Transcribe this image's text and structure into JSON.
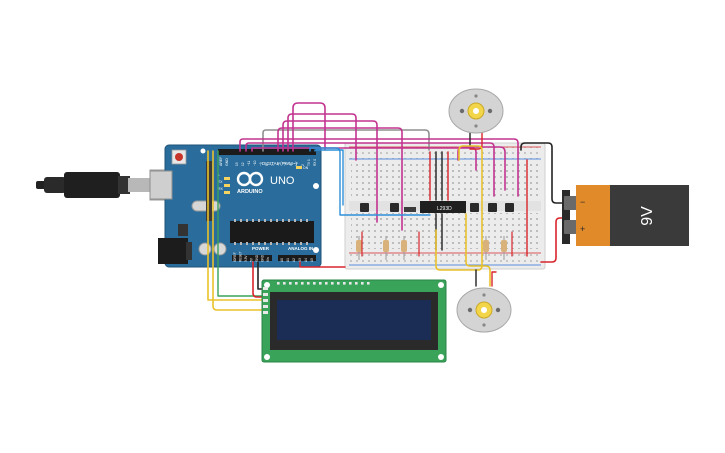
{
  "arduino": {
    "brand": "ARDUINO",
    "model": "UNO",
    "header_digital": "DIGITAL (PWM~)",
    "header_power": "POWER",
    "header_analog": "ANALOG IN",
    "label_aref": "AREF",
    "label_gnd": "GND",
    "label_tx": "TX",
    "label_rx": "RX",
    "label_l": "L",
    "label_on": "ON",
    "digital_pins": [
      "13",
      "12",
      "~11",
      "~10",
      "~9",
      "8",
      "7",
      "~6",
      "~5",
      "4",
      "~3",
      "2",
      "TX 1",
      "RX 0"
    ],
    "analog_pins": [
      "A0",
      "A1",
      "A2",
      "A3",
      "A4",
      "A5"
    ],
    "power_pins": [
      "IOREF",
      "RESET",
      "3.3V",
      "5V",
      "GND",
      "GND",
      "Vin"
    ]
  },
  "driver": {
    "label": "L293D"
  },
  "battery": {
    "label": "9V",
    "plus": "+",
    "minus": "−"
  },
  "colors": {
    "wire_magenta": "#c2338f",
    "wire_yellow": "#e9c22b",
    "wire_red": "#d8252b",
    "wire_black": "#222222",
    "wire_gray": "#8f8f8f",
    "wire_blue": "#2d8fd8",
    "board_blue": "#2a6d9c",
    "lcd_green": "#3aa35a",
    "lcd_screen": "#1b2d55",
    "battery_orange": "#e08a2a",
    "battery_dark": "#3a3a3a"
  }
}
